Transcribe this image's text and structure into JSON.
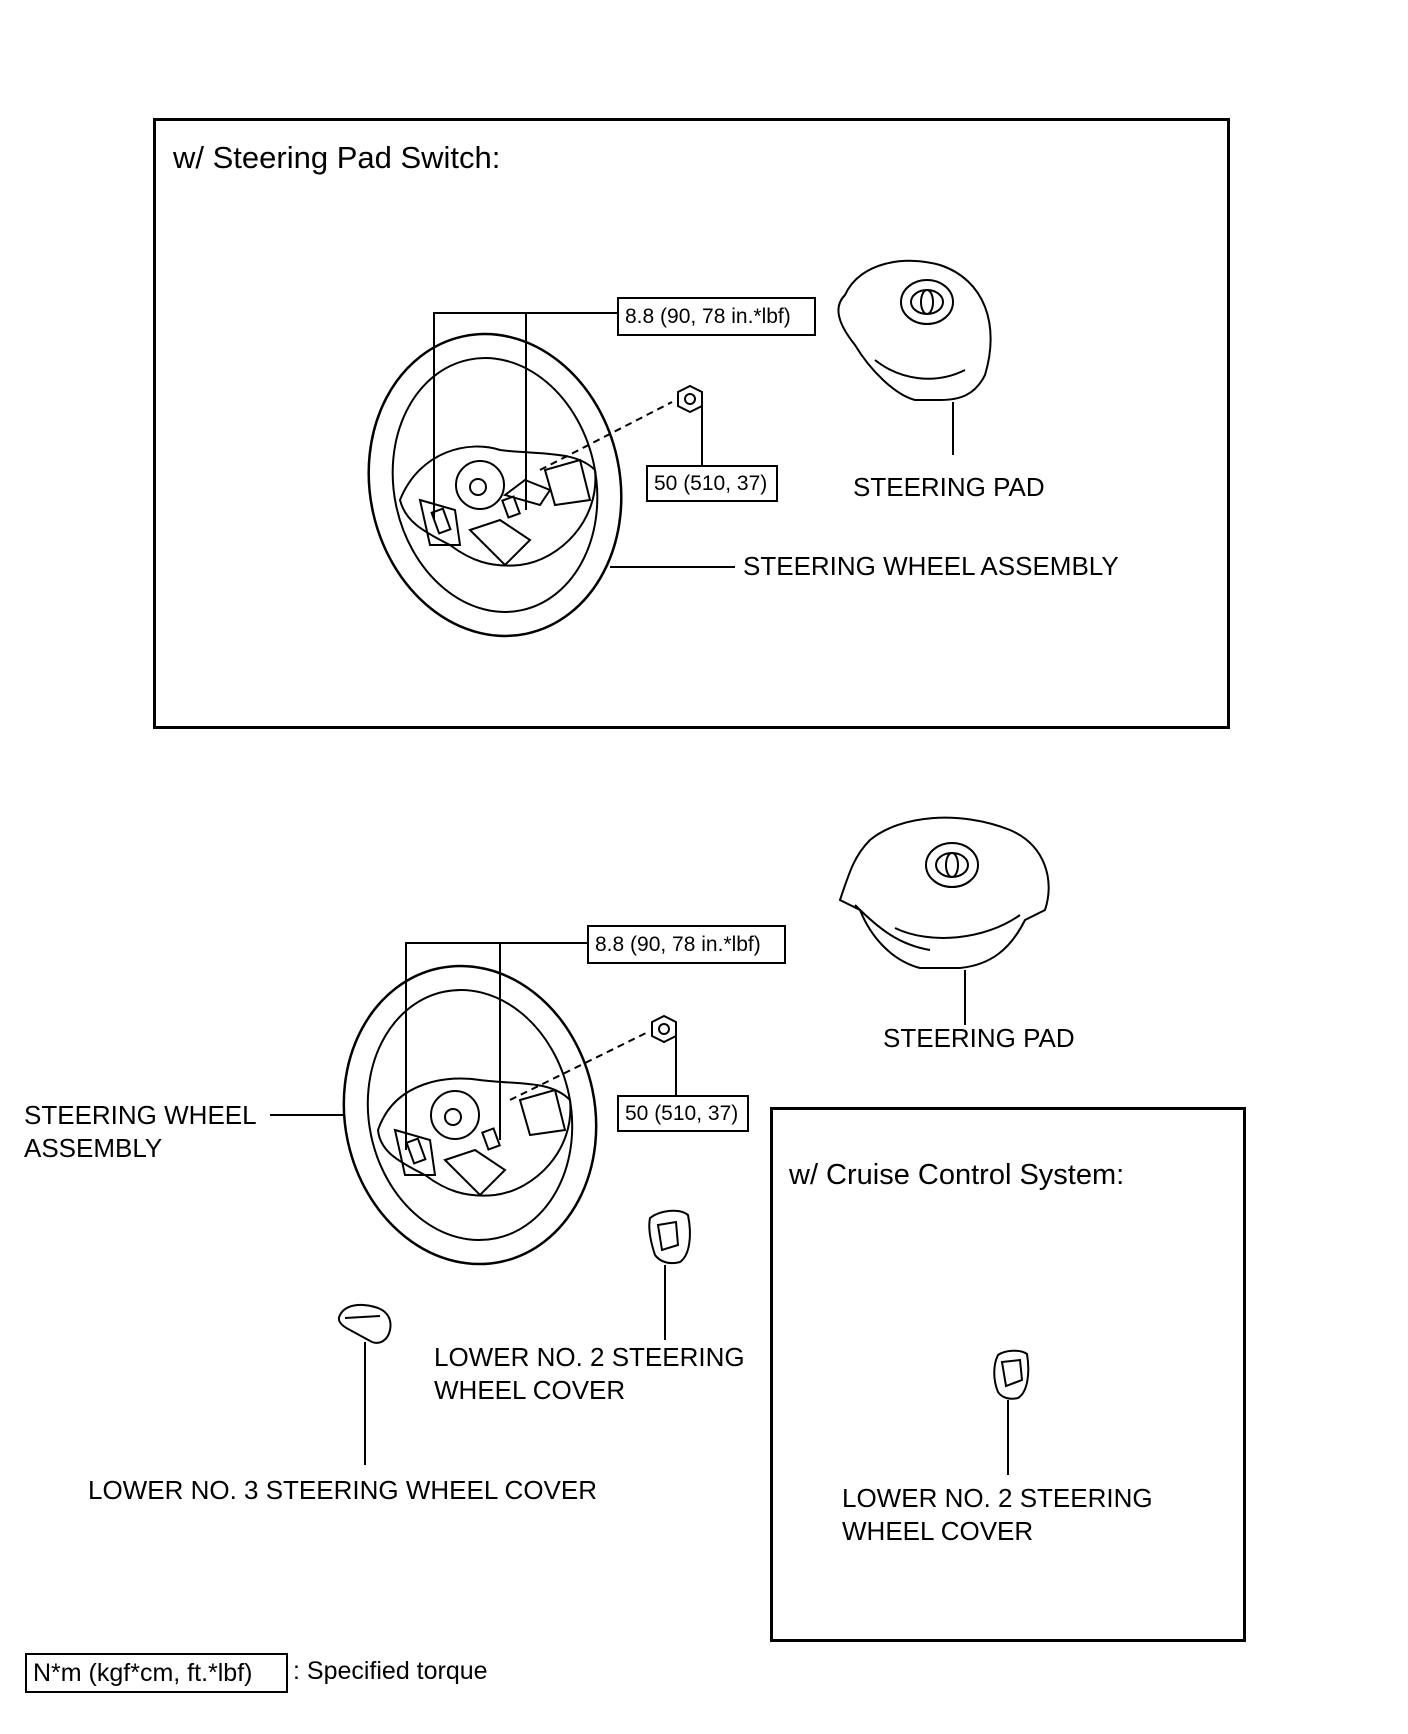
{
  "panel_top": {
    "heading": "w/ Steering Pad Switch:",
    "torque_bolt": "8.8 (90, 78 in.*lbf)",
    "torque_nut": "50 (510, 37)",
    "steering_pad": "STEERING PAD",
    "steering_wheel": "STEERING WHEEL ASSEMBLY"
  },
  "panel_bottom": {
    "torque_bolt": "8.8 (90, 78 in.*lbf)",
    "torque_nut": "50 (510, 37)",
    "steering_pad": "STEERING PAD",
    "steering_wheel_line1": "STEERING WHEEL",
    "steering_wheel_line2": "ASSEMBLY",
    "lower_no2_line1": "LOWER NO. 2 STEERING",
    "lower_no2_line2": "WHEEL COVER",
    "lower_no3": "LOWER NO. 3 STEERING WHEEL COVER"
  },
  "panel_cruise": {
    "heading": "w/ Cruise Control System:",
    "lower_no2_line1": "LOWER NO. 2 STEERING",
    "lower_no2_line2": "WHEEL COVER"
  },
  "legend": {
    "units": "N*m (kgf*cm, ft.*lbf)",
    "description": ": Specified torque"
  }
}
